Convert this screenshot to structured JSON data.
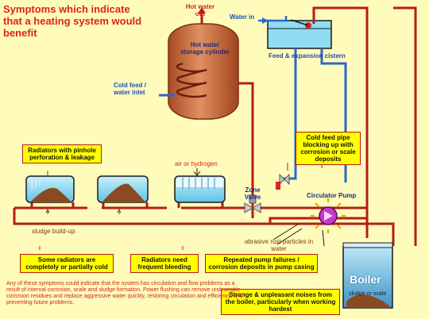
{
  "title": "Symptoms which indicate that a heating system would benefit",
  "labels": {
    "hot_water_out": "Hot water out",
    "water_in": "Water in",
    "hot_water_cylinder": "Hot water storage cylinder",
    "feed_cistern": "Feed & expansion cistern",
    "cold_feed_inlet": "Cold feed / water inlet",
    "air_or_hydrogen": "air or hydrogen",
    "zone_valve": "Zone Valve",
    "circulator_pump": "Circulator Pump",
    "sludge_buildup": "sludge build-up",
    "abrasive_particles": "abrasive rust particles in water",
    "boiler": "Boiler",
    "boiler_sludge": "sludge or scale"
  },
  "callouts": {
    "pinhole": "Radiators with pinhole perforation & leakage",
    "cold_feed_pipe": "Cold feed pipe blocking up with corrosion or scale deposits",
    "radiators_cold": "Some radiators are completely or partially cold",
    "frequent_bleeding": "Radiators need frequent bleeding",
    "pump_failures": "Repeated pump failures / corrosion deposits in pump casing",
    "boiler_noises": "Strange & unpleasant noises from the boiler, particularly when working hardest"
  },
  "footnote": "Any of these symptoms could indicate that the system has circulation and flow problems as a result of internal corrosion, scale and sludge formation. Power flushing can remove undesirable corrosion residues and replace aggressive water quickly, restoring circulation and efficiency, and preventing future problems.",
  "colors": {
    "background": "#fffbbb",
    "pipe_red": "#b51c18",
    "pipe_blue": "#2a67c8",
    "callout_fill": "#ffff00",
    "title_red": "#e0211d",
    "cylinder_copper": "#c8683a",
    "radiator_blue": "#7ad4ea",
    "sludge_brown": "#8a4a22"
  }
}
